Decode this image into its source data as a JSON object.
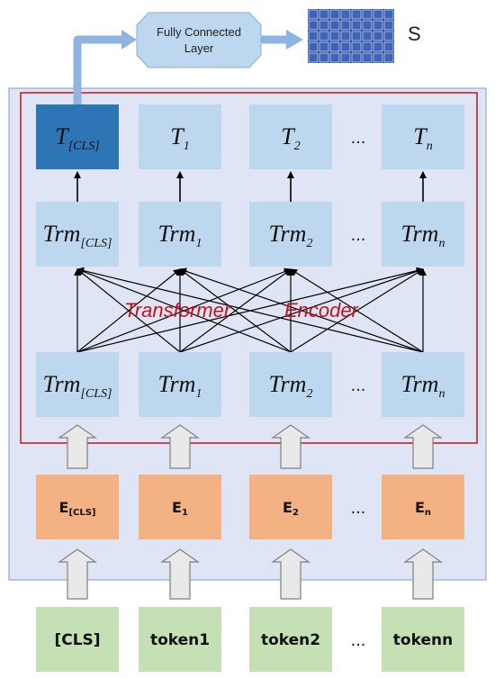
{
  "fc_layer": {
    "line1": "Fully Connected",
    "line2": "Layer"
  },
  "output_label": "S",
  "encoder_label": {
    "word1": "Transformer",
    "word2": "Encoder"
  },
  "output_row": [
    {
      "main": "T",
      "sub": "[CLS]"
    },
    {
      "main": "T",
      "sub": "1"
    },
    {
      "main": "T",
      "sub": "2"
    },
    {
      "main": "...",
      "sub": ""
    },
    {
      "main": "T",
      "sub": "n"
    }
  ],
  "upper_trm_row": [
    {
      "main": "Trm",
      "sub": "[CLS]"
    },
    {
      "main": "Trm",
      "sub": "1"
    },
    {
      "main": "Trm",
      "sub": "2"
    },
    {
      "main": "...",
      "sub": ""
    },
    {
      "main": "Trm",
      "sub": "n"
    }
  ],
  "lower_trm_row": [
    {
      "main": "Trm",
      "sub": "[CLS]"
    },
    {
      "main": "Trm",
      "sub": "1"
    },
    {
      "main": "Trm",
      "sub": "2"
    },
    {
      "main": "...",
      "sub": ""
    },
    {
      "main": "Trm",
      "sub": "n"
    }
  ],
  "embedding_row": [
    {
      "main": "E",
      "sub": "[CLS]"
    },
    {
      "main": "E",
      "sub": "1"
    },
    {
      "main": "E",
      "sub": "2"
    },
    {
      "main": "...",
      "sub": ""
    },
    {
      "main": "E",
      "sub": "n"
    }
  ],
  "token_row": [
    "[CLS]",
    "token1",
    "token2",
    "...",
    "tokenn"
  ],
  "colors": {
    "outer_panel": "#dfe5f5",
    "outer_border": "#7f9cd1",
    "encoder_border": "#c0141c",
    "light_box": "#bdd7ee",
    "cls_box": "#2e75b6",
    "embed_box": "#f4b183",
    "token_box": "#c5e0b4",
    "flow_arrow": "#8eb4e3",
    "grid": "#1f3f93"
  }
}
